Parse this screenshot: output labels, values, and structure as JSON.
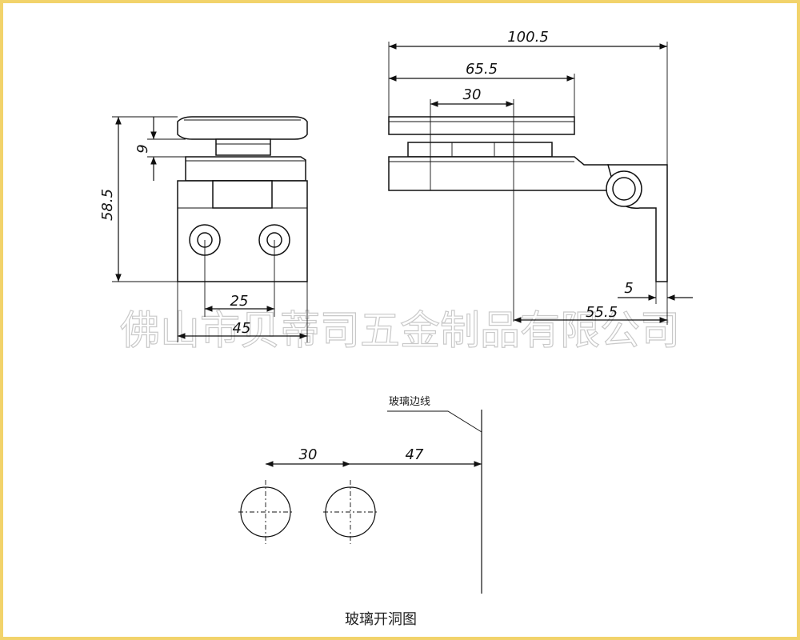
{
  "watermark": "佛山市贝蒂司五金制品有限公司",
  "dimensions": {
    "overall_height": "58.5",
    "gap": "9",
    "hole_spacing_front": "25",
    "body_width": "45",
    "overall_length": "100.5",
    "plate_length": "65.5",
    "inner_spacing": "30",
    "offset_small": "5",
    "pivot_offset": "55.5"
  },
  "hole_template": {
    "edge_label": "玻璃边线",
    "hole_spacing": "30",
    "edge_distance": "47",
    "caption": "玻璃开洞图"
  }
}
